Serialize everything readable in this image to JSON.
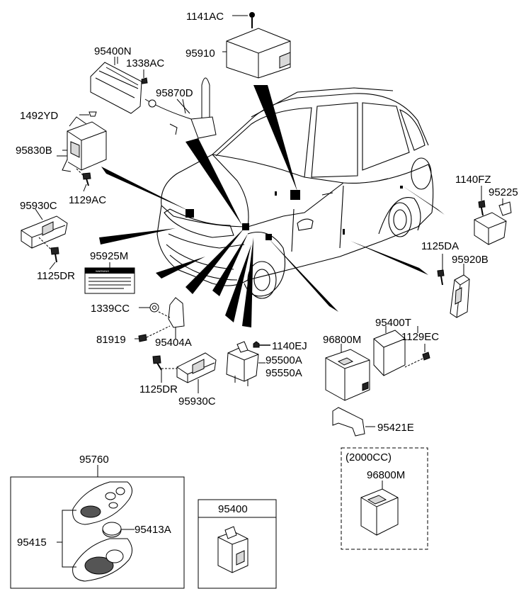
{
  "labels": {
    "p1141AC": "1141AC",
    "p95910": "95910",
    "p95400N": "95400N",
    "p1338AC": "1338AC",
    "p95870D": "95870D",
    "p1492YD": "1492YD",
    "p95830B": "95830B",
    "p1129AC": "1129AC",
    "p95930C_a": "95930C",
    "p1125DR_a": "1125DR",
    "p95925M": "95925M",
    "p1339CC": "1339CC",
    "p81919": "81919",
    "p95404A": "95404A",
    "p1125DR_b": "1125DR",
    "p95930C_b": "95930C",
    "p1140EJ": "1140EJ",
    "p95500A": "95500A",
    "p95550A": "95550A",
    "p96800M_a": "96800M",
    "p95400T": "95400T",
    "p1129EC": "1129EC",
    "p95421E": "95421E",
    "p1140FZ": "1140FZ",
    "p95225": "95225",
    "p1125DA": "1125DA",
    "p95920B": "95920B",
    "p95760": "95760",
    "p95415": "95415",
    "p95413A": "95413A",
    "p95400_box": "95400",
    "variant": "(2000CC)",
    "p96800M_b": "96800M"
  },
  "warning_label": {
    "heading": "WARNING"
  }
}
